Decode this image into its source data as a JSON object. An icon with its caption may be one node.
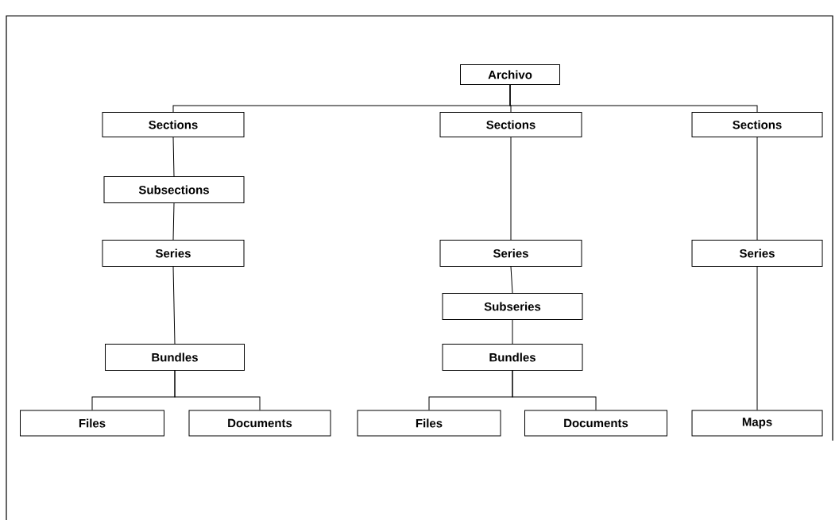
{
  "diagram": {
    "nodes": [
      {
        "text": [
          "Archivo"
        ]
      },
      {
        "text": [
          "Sections"
        ]
      },
      {
        "text": [
          "Sections"
        ]
      },
      {
        "text": [
          "Sections"
        ]
      },
      {
        "text": [
          "Subsections"
        ]
      },
      {
        "text": [
          "Series"
        ]
      },
      {
        "text": [
          "Series"
        ]
      },
      {
        "text": [
          "Series"
        ]
      },
      {
        "text": [
          "Subseries"
        ]
      },
      {
        "text": [
          "Bundles"
        ]
      },
      {
        "text": [
          "Bundles"
        ]
      },
      {
        "text": [
          "Files"
        ]
      },
      {
        "text": [
          "Documents"
        ]
      },
      {
        "text": [
          "Files"
        ]
      },
      {
        "text": [
          "Documents"
        ]
      },
      {
        "text": [
          "Maps"
        ]
      }
    ],
    "edges": [
      {
        "from": 0,
        "to": 1,
        "arrow": "none"
      },
      {
        "from": 0,
        "to": 2,
        "arrow": "none"
      },
      {
        "from": 0,
        "to": 3,
        "arrow": "none"
      },
      {
        "from": 1,
        "to": 4,
        "arrow": "none"
      },
      {
        "from": 4,
        "to": 5,
        "arrow": "none"
      },
      {
        "from": 5,
        "to": 9,
        "arrow": "none"
      },
      {
        "from": 9,
        "to": 11,
        "arrow": "none"
      },
      {
        "from": 9,
        "to": 12,
        "arrow": "none"
      },
      {
        "from": 2,
        "to": 6,
        "arrow": "none"
      },
      {
        "from": 6,
        "to": 8,
        "arrow": "none"
      },
      {
        "from": 8,
        "to": 10,
        "arrow": "none"
      },
      {
        "from": 10,
        "to": 13,
        "arrow": "none"
      },
      {
        "from": 10,
        "to": 14,
        "arrow": "none"
      },
      {
        "from": 3,
        "to": 7,
        "arrow": "none"
      },
      {
        "from": 7,
        "to": 15,
        "arrow": "none"
      }
    ]
  }
}
